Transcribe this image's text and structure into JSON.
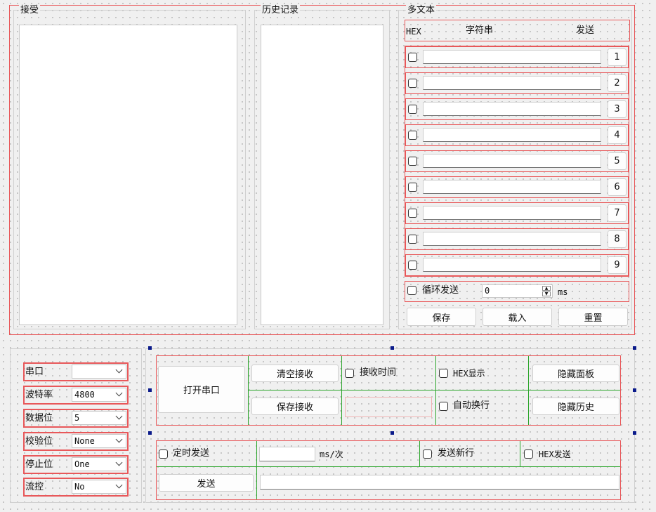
{
  "panels": {
    "receive_title": "接受",
    "history_title": "历史记录",
    "multitext_title": "多文本"
  },
  "multitext": {
    "header_hex": "HEX",
    "header_string": "字符串",
    "header_send": "发送",
    "rows": [
      {
        "button": "1"
      },
      {
        "button": "2"
      },
      {
        "button": "3"
      },
      {
        "button": "4"
      },
      {
        "button": "5"
      },
      {
        "button": "6"
      },
      {
        "button": "7"
      },
      {
        "button": "8"
      },
      {
        "button": "9"
      }
    ],
    "loop_label": "循环发送",
    "loop_value": "0",
    "loop_unit": "ms",
    "save_label": "保存",
    "load_label": "载入",
    "reset_label": "重置"
  },
  "settings": {
    "port_label": "串口",
    "port_value": "",
    "baud_label": "波特率",
    "baud_value": "4800",
    "databits_label": "数据位",
    "databits_value": "5",
    "parity_label": "校验位",
    "parity_value": "None",
    "stopbits_label": "停止位",
    "stopbits_value": "One",
    "flow_label": "流控",
    "flow_value": "No"
  },
  "controls": {
    "open_port": "打开串口",
    "clear_receive": "清空接收",
    "save_receive": "保存接收",
    "receive_time": "接收时间",
    "hex_display": "HEX显示",
    "auto_wrap": "自动换行",
    "hide_panel": "隐藏面板",
    "hide_history": "隐藏历史"
  },
  "send": {
    "timed_send": "定时发送",
    "interval_value": "",
    "interval_unit": "ms/次",
    "send_newline": "发送新行",
    "hex_send": "HEX发送",
    "send_button": "发送",
    "send_text": ""
  },
  "colors": {
    "layout_red": "#e8585a",
    "layout_green": "#2aa52a",
    "handle_blue": "#0a1a8a"
  }
}
